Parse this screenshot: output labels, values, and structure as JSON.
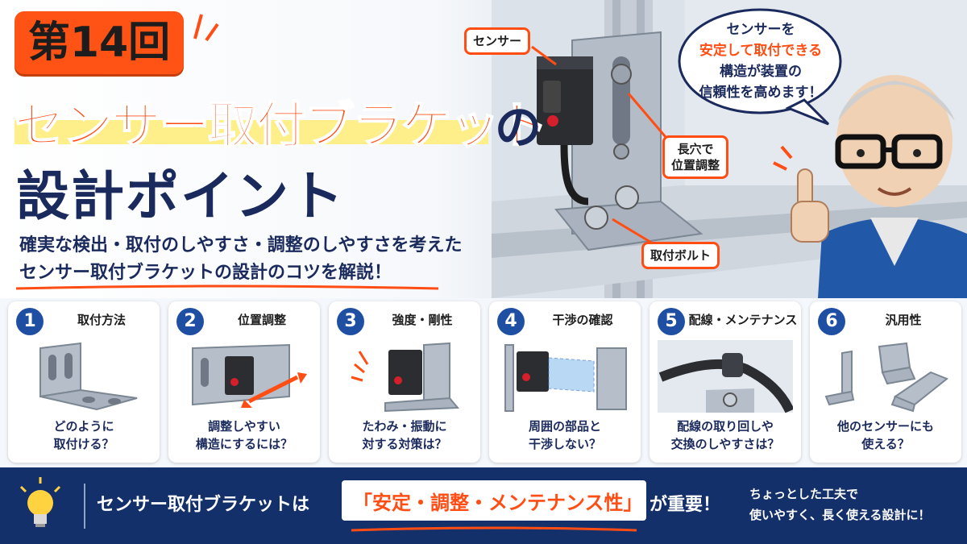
{
  "header": {
    "episode": "第14回",
    "title_orange": "センサー取付ブラケット",
    "title_no": "の",
    "title_line2": "設計ポイント",
    "subtitle_line1": "確実な検出・取付のしやすさ・調整のしやすさを考えた",
    "subtitle_line2": "センサー取付ブラケットの設計のコツを解説！"
  },
  "hero": {
    "callout_sensor": "センサー",
    "callout_slot_line1": "長穴で",
    "callout_slot_line2": "位置調整",
    "callout_bolt": "取付ボルト",
    "speech_line1": "センサーを",
    "speech_line2": "安定して取付できる",
    "speech_line3": "構造が装置の",
    "speech_line4": "信頼性を高めます！"
  },
  "cards": [
    {
      "num": "1",
      "title": "取付方法",
      "q1": "どのように",
      "q2": "取付ける？",
      "icon": "l-bracket"
    },
    {
      "num": "2",
      "title": "位置調整",
      "q1": "調整しやすい",
      "q2": "構造にするには？",
      "icon": "slot-adjust"
    },
    {
      "num": "3",
      "title": "強度・剛性",
      "q1": "たわみ・振動に",
      "q2": "対する対策は？",
      "icon": "rigid-bracket"
    },
    {
      "num": "4",
      "title": "干渉の確認",
      "q1": "周囲の部品と",
      "q2": "干渉しない？",
      "icon": "interference"
    },
    {
      "num": "5",
      "title": "配線・メンテナンス",
      "q1": "配線の取り回しや",
      "q2": "交換のしやすさは？",
      "icon": "cable"
    },
    {
      "num": "6",
      "title": "汎用性",
      "q1": "他のセンサーにも",
      "q2": "使える？",
      "icon": "multi-bracket"
    }
  ],
  "footer": {
    "main": "センサー取付ブラケットは",
    "key": "「安定・調整・メンテナンス性」",
    "main2": "が重要！",
    "sub_line1": "ちょっとした工夫で",
    "sub_line2": "使いやすく、長く使える設計に！"
  },
  "colors": {
    "accent": "#ff4d14",
    "navy": "#1b2a5c",
    "footer": "#14306b",
    "highlight": "#ffef8a"
  }
}
